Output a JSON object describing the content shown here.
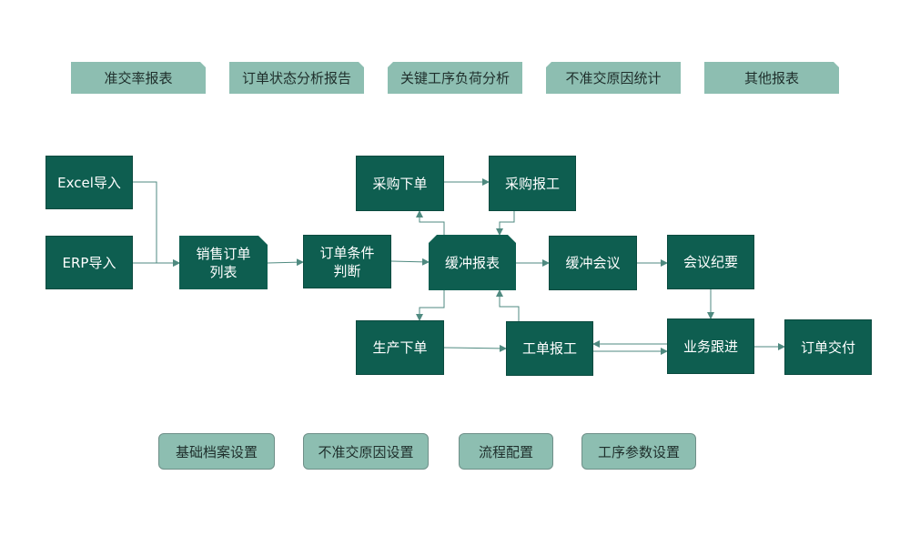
{
  "reports": [
    {
      "id": "pass-rate",
      "label": "准交率报表"
    },
    {
      "id": "order-status",
      "label": "订单状态分析报告"
    },
    {
      "id": "key-process",
      "label": "关键工序负荷分析"
    },
    {
      "id": "not-on-time-cause",
      "label": "不准交原因统计"
    },
    {
      "id": "other",
      "label": "其他报表"
    }
  ],
  "flow": {
    "excel_import": "Excel导入",
    "erp_import": "ERP导入",
    "sales_order_list": "销售订单\n列表",
    "order_condition_judgment": "订单条件\n判断",
    "buffer_report": "缓冲报表",
    "purchase_order": "采购下单",
    "purchase_report": "采购报工",
    "production_order": "生产下单",
    "work_order_report": "工单报工",
    "buffer_meeting": "缓冲会议",
    "meeting_minutes": "会议纪要",
    "business_follow_up": "业务跟进",
    "order_delivery": "订单交付"
  },
  "settings": [
    {
      "id": "basic-archive",
      "label": "基础档案设置"
    },
    {
      "id": "not-on-time-cause",
      "label": "不准交原因设置"
    },
    {
      "id": "process-config",
      "label": "流程配置"
    },
    {
      "id": "process-params",
      "label": "工序参数设置"
    }
  ],
  "colors": {
    "node": "#0e5e50",
    "panel": "#8dbeb1",
    "connector": "#4f8a80"
  }
}
